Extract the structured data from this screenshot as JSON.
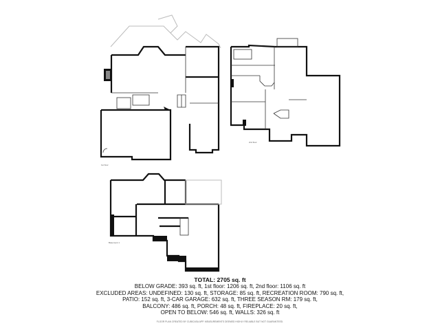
{
  "floors": {
    "first": {
      "label": "1st floor"
    },
    "second": {
      "label": "2nd floor"
    },
    "basement": {
      "label": "Basement 1"
    }
  },
  "summary": {
    "total": "TOTAL: 2705 sq. ft",
    "lines": [
      "BELOW GRADE: 393 sq. ft, 1st floor: 1206 sq. ft, 2nd floor: 1106 sq. ft",
      "EXCLUDED AREAS: UNDEFINED: 130 sq. ft, STORAGE: 85 sq. ft, RECREATION ROOM: 790 sq. ft,",
      "PATIO: 152 sq. ft, 3-CAR GARAGE: 632 sq. ft, THREE SEASON RM: 179 sq. ft,",
      "BALCONY: 486 sq. ft, PORCH: 48 sq. ft, FIREPLACE: 20 sq. ft,",
      "OPEN TO BELOW: 546 sq. ft, WALLS: 326 sq. ft"
    ],
    "disclaimer": "FLOOR PLAN CREATED BY CUBICASA APP. MEASUREMENTS DEEMED HIGHLY RELIABLE BUT NOT GUARANTEED."
  }
}
